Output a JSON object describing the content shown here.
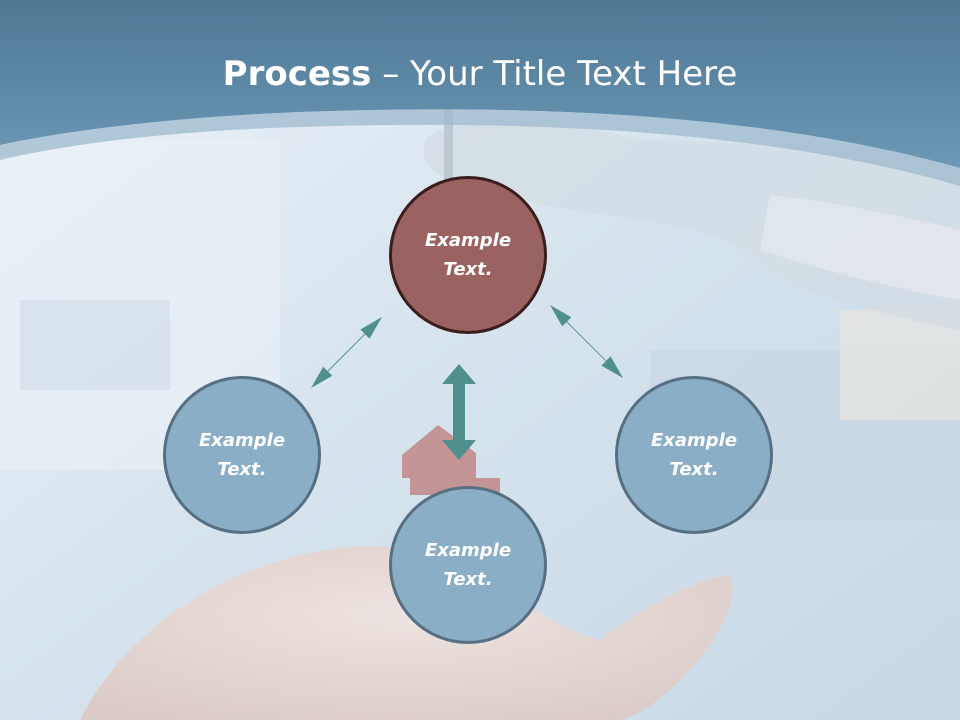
{
  "slide": {
    "title_bold": "Process",
    "title_sep": " – ",
    "title_rest": "Your Title Text Here"
  },
  "nodes": {
    "center": {
      "text": "Example\nText.",
      "color": "#9a6361"
    },
    "left": {
      "text": "Example\nText.",
      "color": "#8aaec6"
    },
    "bottom": {
      "text": "Example\nText.",
      "color": "#8aaec6"
    },
    "right": {
      "text": "Example\nText.",
      "color": "#8aaec6"
    }
  },
  "colors": {
    "header": "#5d8aa8",
    "arrow": "#4f8f8d",
    "background": "#dfe9f1"
  }
}
